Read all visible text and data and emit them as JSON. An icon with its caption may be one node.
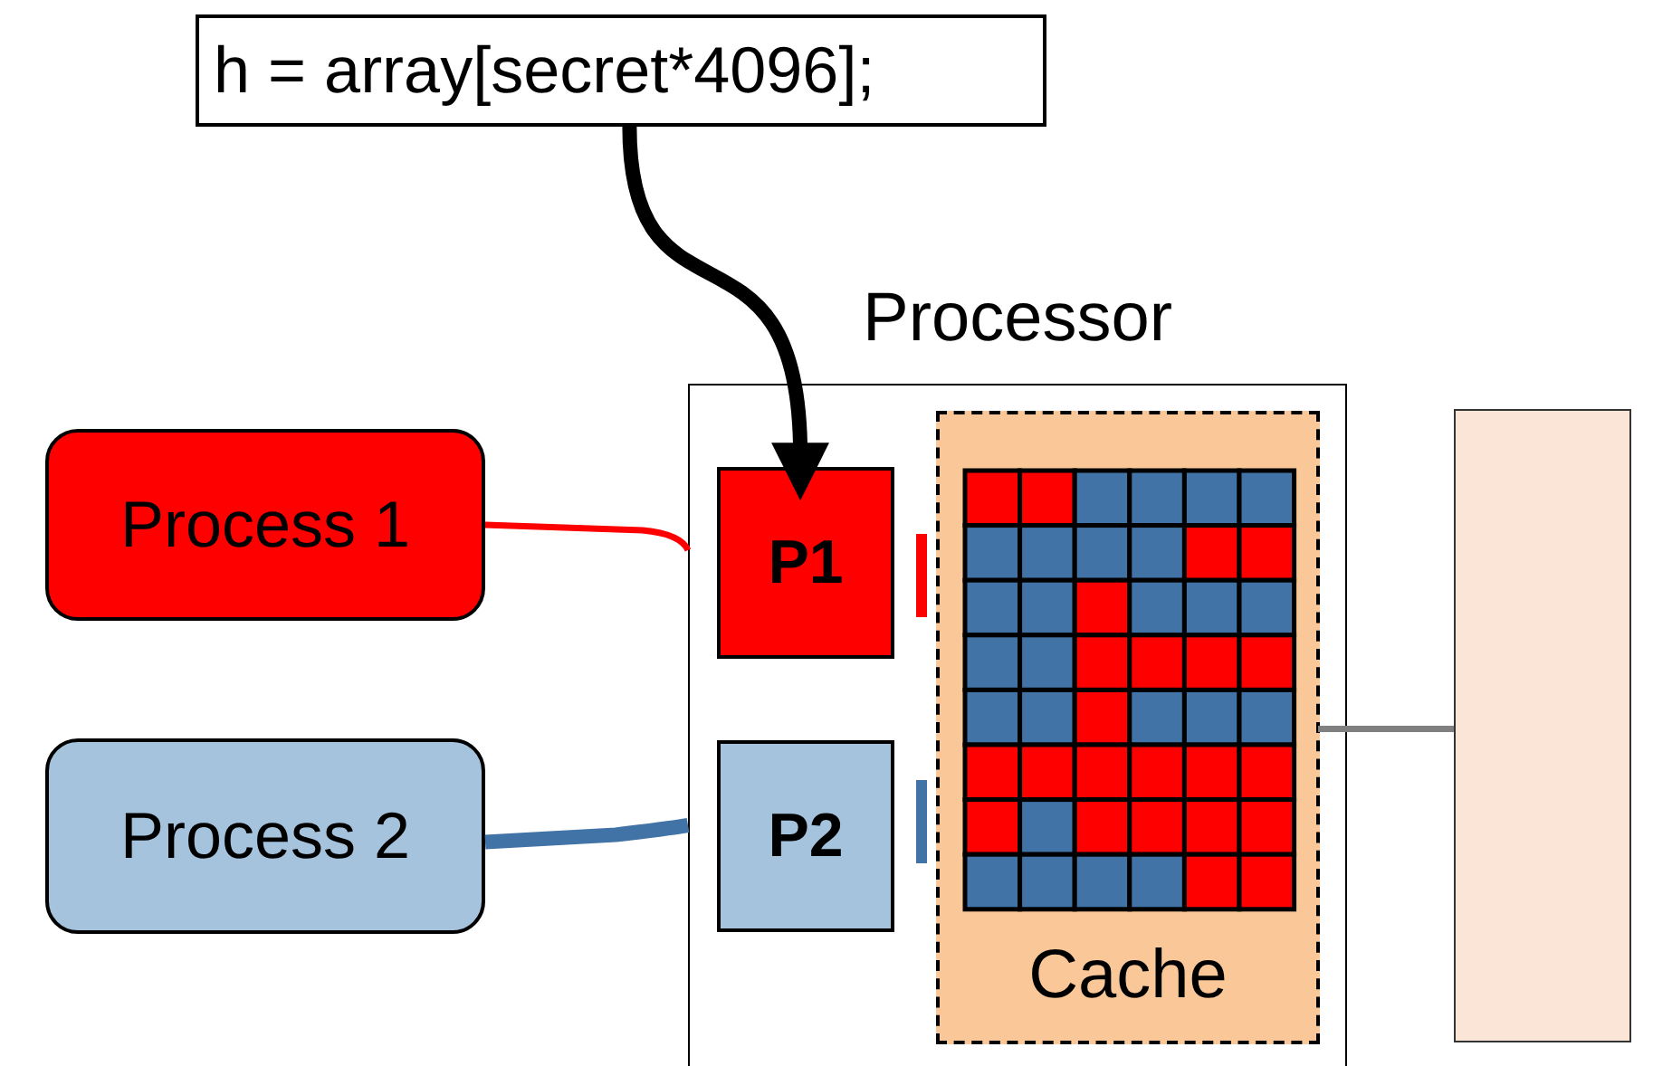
{
  "diagram": {
    "nodes": [
      {
        "text": [
          "h = array[secret*4096];"
        ]
      },
      {
        "text": [
          "Process 1"
        ]
      },
      {
        "text": [
          "Process 2"
        ]
      },
      {
        "text": [
          "Processor"
        ]
      },
      {
        "text": [
          "P1"
        ],
        "in": 3
      },
      {
        "text": [
          "P2"
        ],
        "in": 3
      },
      {
        "text": [
          "Cache"
        ],
        "in": 3
      },
      {
        "text": [],
        "shape": "box"
      }
    ],
    "edges": [
      {
        "from": 0,
        "to": 4,
        "arrow": "to",
        "style": "thick",
        "color": "#000000"
      },
      {
        "from": 1,
        "to": 3,
        "arrow": "none",
        "color": "#ff0000"
      },
      {
        "from": 2,
        "to": 3,
        "arrow": "none",
        "style": "thick",
        "color": "#4173a6"
      },
      {
        "from": 6,
        "to": 7,
        "arrow": "none",
        "color": "#808080"
      }
    ]
  }
}
